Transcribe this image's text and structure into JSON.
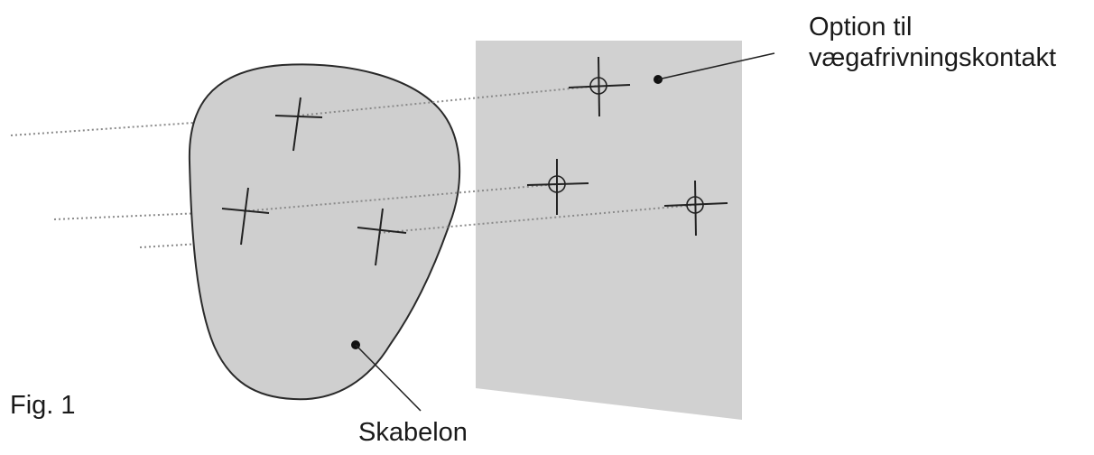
{
  "labels": {
    "option_line1": "Option til",
    "option_line2": "vægafrivningskontakt",
    "template": "Skabelon",
    "figure": "Fig. 1"
  },
  "colors": {
    "template_fill": "#cfcfcf",
    "template_stroke": "#2a2a2a",
    "wall_fill": "#d1d1d1",
    "dotted_line": "#8a8a8a",
    "ink": "#1a1a1a"
  },
  "markers": {
    "template_marker_style": "cross",
    "wall_marker_style": "cross-with-circle"
  }
}
